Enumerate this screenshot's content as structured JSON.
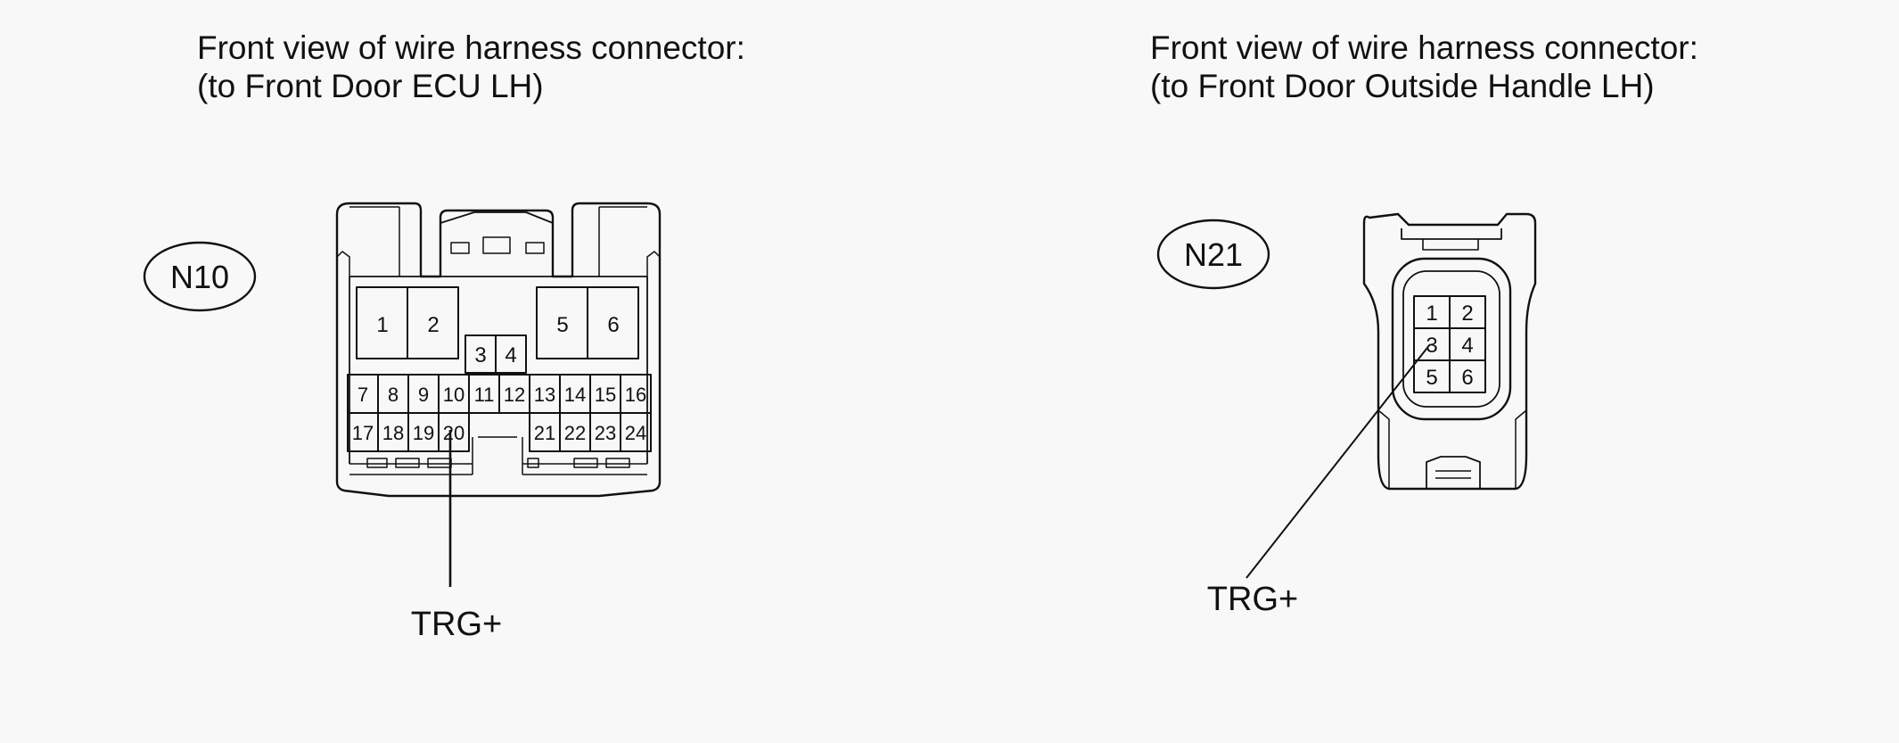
{
  "left": {
    "heading_line1": "Front view of wire harness connector:",
    "heading_line2": "(to Front Door ECU LH)",
    "connector_id": "N10",
    "pins": [
      "1",
      "2",
      "3",
      "4",
      "5",
      "6",
      "7",
      "8",
      "9",
      "10",
      "11",
      "12",
      "13",
      "14",
      "15",
      "16",
      "17",
      "18",
      "19",
      "20",
      "21",
      "22",
      "23",
      "24"
    ],
    "callout_label": "TRG+",
    "callout_pin": "20"
  },
  "right": {
    "heading_line1": "Front view of wire harness connector:",
    "heading_line2": "(to Front Door Outside Handle LH)",
    "connector_id": "N21",
    "pins": [
      "1",
      "2",
      "3",
      "4",
      "5",
      "6"
    ],
    "callout_label": "TRG+",
    "callout_pin": "3"
  }
}
